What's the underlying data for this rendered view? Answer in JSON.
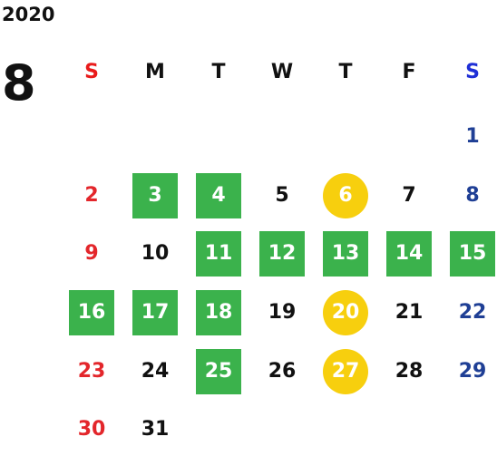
{
  "calendar": {
    "year": "2020",
    "month": "8",
    "weekdays": [
      "S",
      "M",
      "T",
      "W",
      "T",
      "F",
      "S"
    ],
    "colors": {
      "sunday": "#e3262b",
      "saturday": "#1f3f95",
      "weekday": "#111111",
      "green_highlight": "#3bb24c",
      "yellow_highlight": "#f7cf0e"
    },
    "weeks": [
      [
        {
          "day": "",
          "mark": "none"
        },
        {
          "day": "",
          "mark": "none"
        },
        {
          "day": "",
          "mark": "none"
        },
        {
          "day": "",
          "mark": "none"
        },
        {
          "day": "",
          "mark": "none"
        },
        {
          "day": "",
          "mark": "none"
        },
        {
          "day": "1",
          "mark": "none"
        }
      ],
      [
        {
          "day": "2",
          "mark": "none"
        },
        {
          "day": "3",
          "mark": "green"
        },
        {
          "day": "4",
          "mark": "green"
        },
        {
          "day": "5",
          "mark": "none"
        },
        {
          "day": "6",
          "mark": "yellow"
        },
        {
          "day": "7",
          "mark": "none"
        },
        {
          "day": "8",
          "mark": "none"
        }
      ],
      [
        {
          "day": "9",
          "mark": "none"
        },
        {
          "day": "10",
          "mark": "none"
        },
        {
          "day": "11",
          "mark": "green"
        },
        {
          "day": "12",
          "mark": "green"
        },
        {
          "day": "13",
          "mark": "green"
        },
        {
          "day": "14",
          "mark": "green"
        },
        {
          "day": "15",
          "mark": "green"
        }
      ],
      [
        {
          "day": "16",
          "mark": "green"
        },
        {
          "day": "17",
          "mark": "green"
        },
        {
          "day": "18",
          "mark": "green"
        },
        {
          "day": "19",
          "mark": "none"
        },
        {
          "day": "20",
          "mark": "yellow"
        },
        {
          "day": "21",
          "mark": "none"
        },
        {
          "day": "22",
          "mark": "none"
        }
      ],
      [
        {
          "day": "23",
          "mark": "none"
        },
        {
          "day": "24",
          "mark": "none"
        },
        {
          "day": "25",
          "mark": "green"
        },
        {
          "day": "26",
          "mark": "none"
        },
        {
          "day": "27",
          "mark": "yellow"
        },
        {
          "day": "28",
          "mark": "none"
        },
        {
          "day": "29",
          "mark": "none"
        }
      ],
      [
        {
          "day": "30",
          "mark": "none"
        },
        {
          "day": "31",
          "mark": "none"
        },
        {
          "day": "",
          "mark": "none"
        },
        {
          "day": "",
          "mark": "none"
        },
        {
          "day": "",
          "mark": "none"
        },
        {
          "day": "",
          "mark": "none"
        },
        {
          "day": "",
          "mark": "none"
        }
      ]
    ]
  }
}
